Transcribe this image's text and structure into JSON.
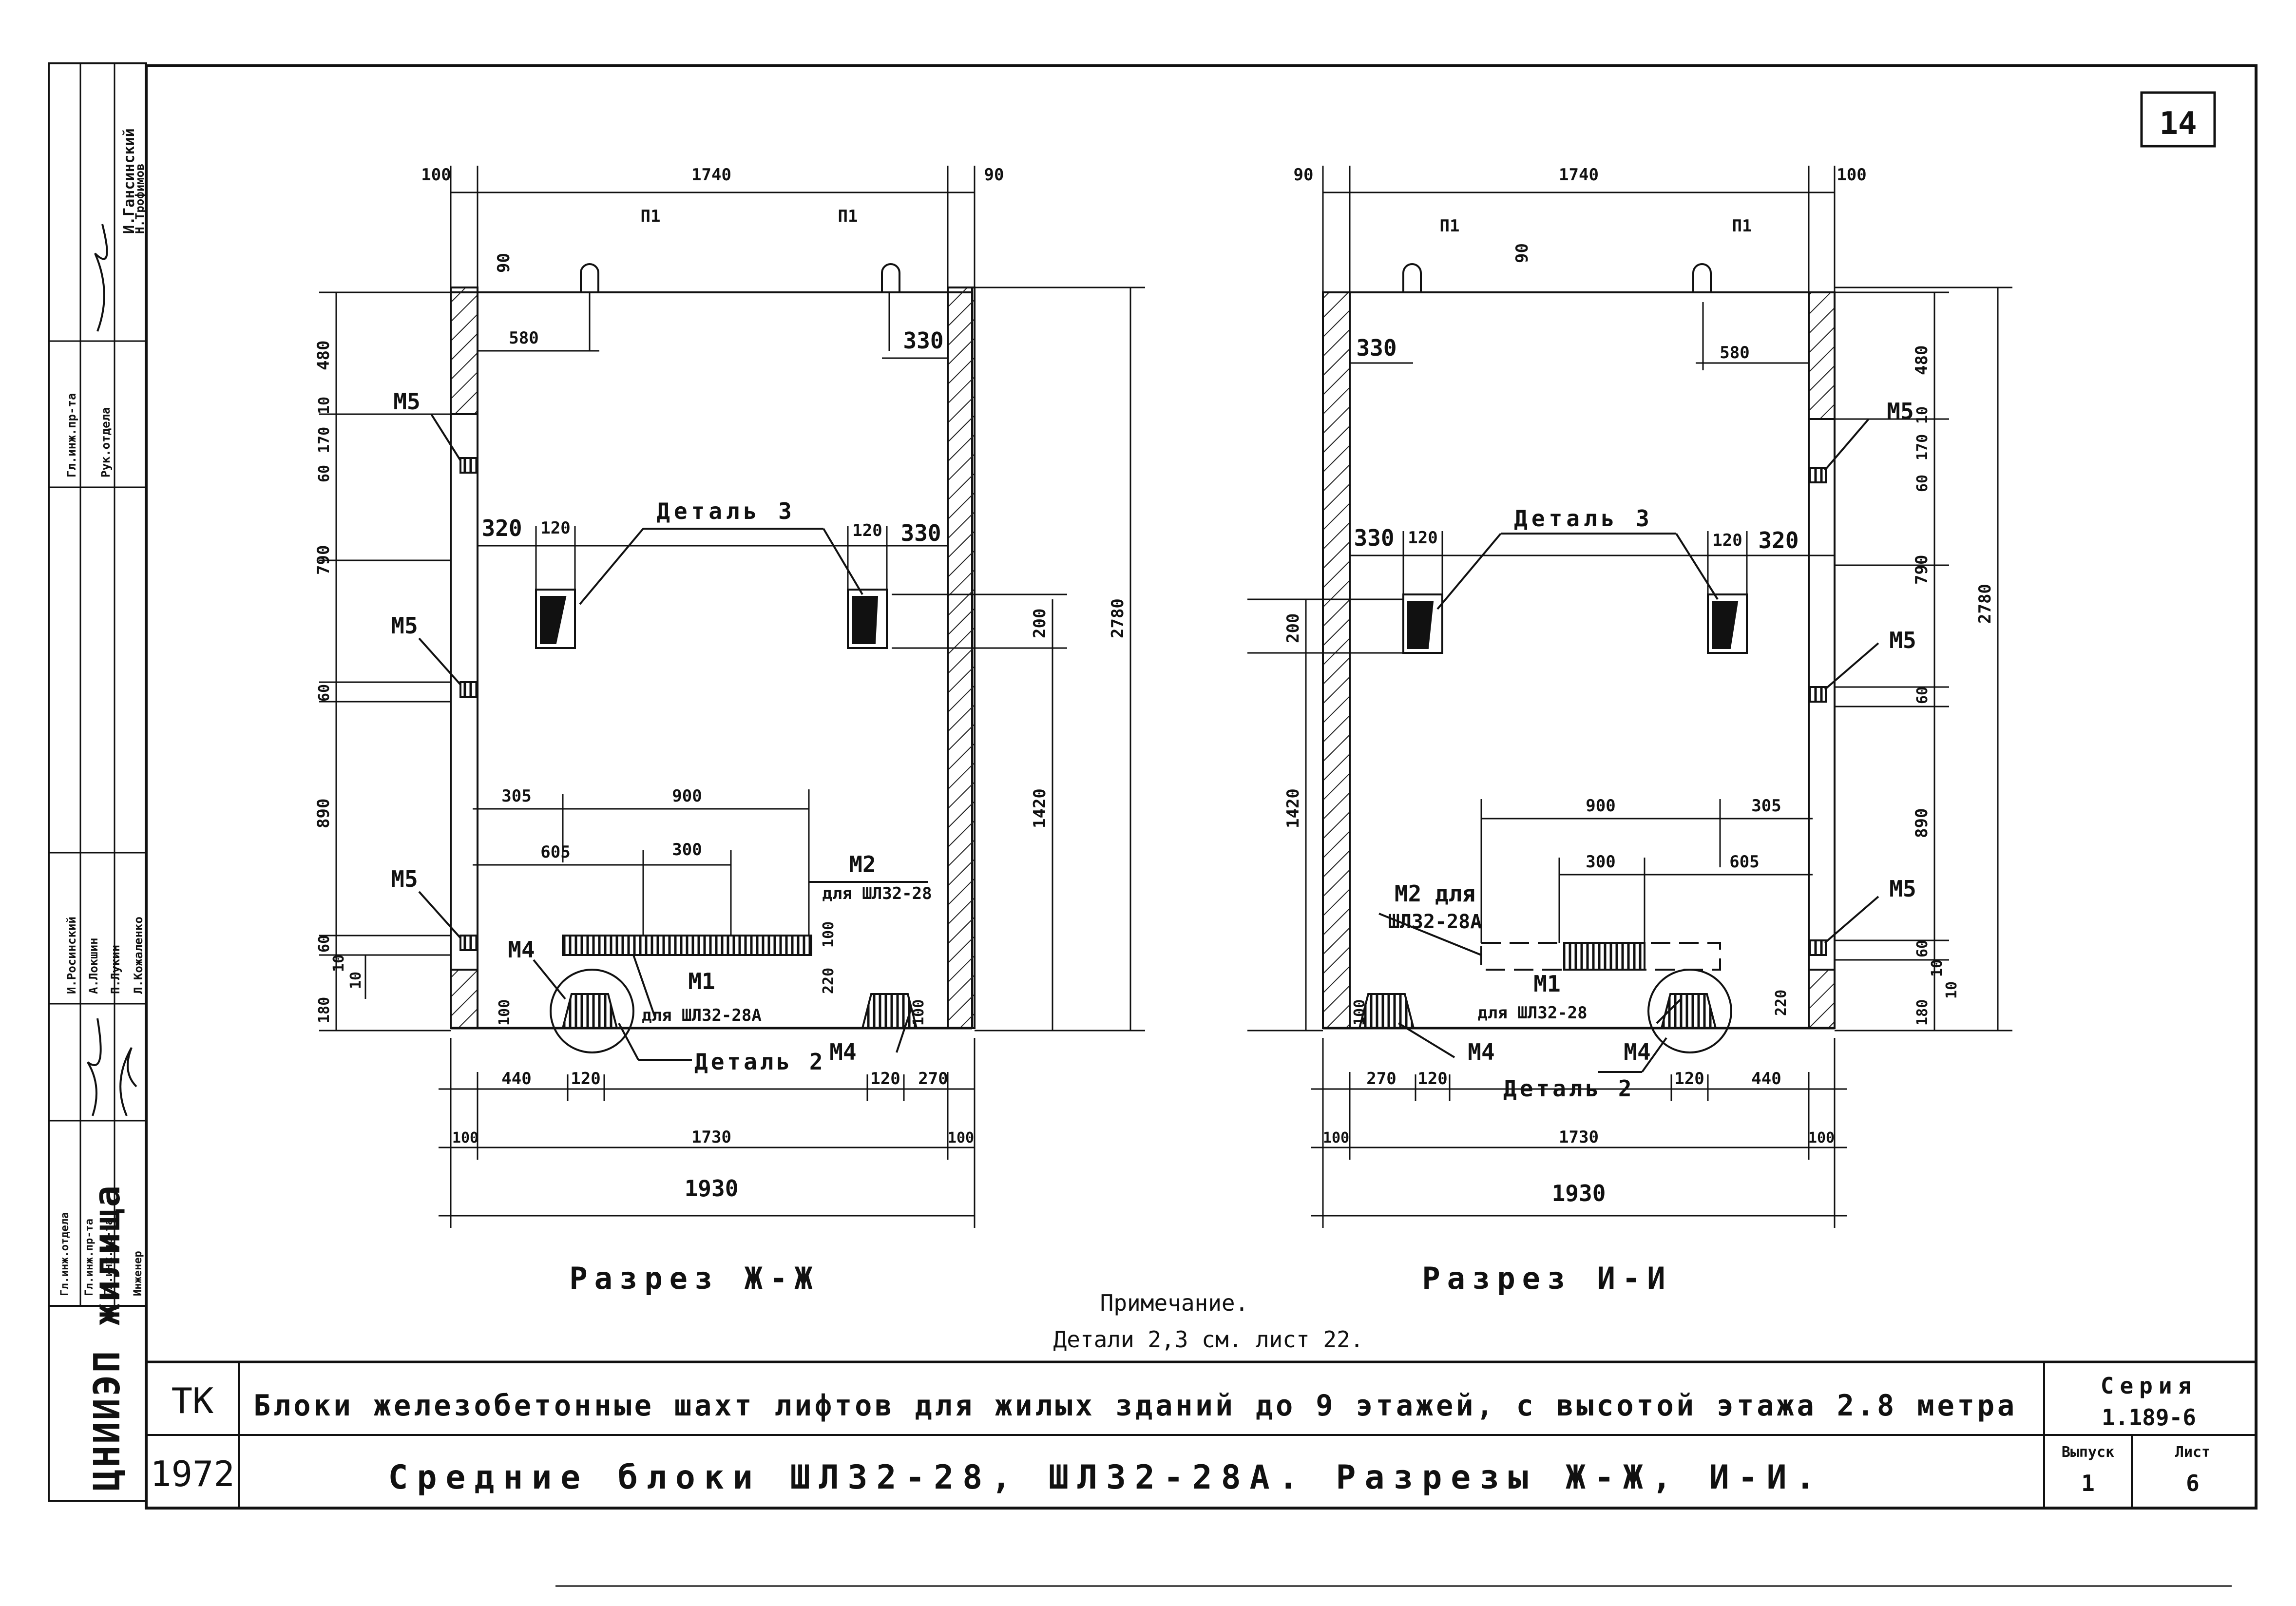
{
  "sheet_number": "14",
  "left_section": {
    "title": "Разрез Ж-Ж",
    "dims_top": [
      "100",
      "1740",
      "90"
    ],
    "loop_left": "П1",
    "loop_right": "П1",
    "loop_offset": "90",
    "dim_580": "580",
    "dim_330": "330",
    "embed_m5": "М5",
    "embed_m4": "М4",
    "embed_m2": "М2",
    "embed_m2_note": "для ШЛ32-28",
    "embed_m1": "М1",
    "embed_m1_note": "для ШЛ32-28А",
    "detail3": "Деталь 3",
    "detail2": "Деталь 2",
    "dims_det3": [
      "320",
      "120",
      "120",
      "330"
    ],
    "dims_mid": [
      "305",
      "900"
    ],
    "dims_low": [
      "605",
      "300"
    ],
    "dims_bottom1": [
      "440",
      "120",
      "120",
      "270"
    ],
    "dims_bottom2": [
      "100",
      "1730",
      "100"
    ],
    "dims_bottom3": "1930",
    "vdims_left": [
      "480",
      "10",
      "170",
      "60",
      "790",
      "60",
      "890",
      "60",
      "10",
      "180",
      "10"
    ],
    "vdims_right": [
      "200",
      "1420",
      "2780",
      "220",
      "100",
      "100",
      "100"
    ]
  },
  "right_section": {
    "title": "Разрез И-И",
    "dims_top": [
      "90",
      "1740",
      "100"
    ],
    "loop_left": "П1",
    "loop_right": "П1",
    "loop_offset": "90",
    "dim_330": "330",
    "dim_580": "580",
    "embed_m5": "М5",
    "embed_m4": "М4",
    "embed_m2": "М2 для",
    "embed_m2_note": "ШЛ32-28А",
    "embed_m1": "М1",
    "embed_m1_note": "для ШЛ32-28",
    "detail3": "Деталь 3",
    "detail2": "Деталь 2",
    "dims_det3": [
      "330",
      "120",
      "120",
      "320"
    ],
    "dims_mid": [
      "900",
      "305"
    ],
    "dims_low": [
      "300",
      "605"
    ],
    "dims_bottom1": [
      "270",
      "120",
      "120",
      "440"
    ],
    "dims_bottom2": [
      "100",
      "1730",
      "100"
    ],
    "dims_bottom3": "1930",
    "vdims_left": [
      "200",
      "1420"
    ],
    "vdims_right": [
      "480",
      "10",
      "170",
      "60",
      "790",
      "60",
      "890",
      "60",
      "10",
      "180",
      "10",
      "2780",
      "100",
      "220"
    ]
  },
  "note": {
    "heading": "Примечание.",
    "text": "Детали 2,3 см. лист 22."
  },
  "title_block": {
    "code": "ТК",
    "year": "1972",
    "title1": "Блоки железобетонные шахт лифтов для жилых зданий до 9 этажей, с высотой этажа 2.8 метра",
    "title2": "Средние блоки ШЛ32-28, ШЛ32-28А. Разрезы Ж-Ж, И-И.",
    "series_label": "Серия",
    "series_value": "1.189-6",
    "issue_label": "Выпуск",
    "issue_value": "1",
    "sheet_label": "Лист",
    "sheet_value": "6"
  },
  "side_stamp": {
    "org": "ЦНИИЭП жилища",
    "rows_top": [
      "И.Гансинский",
      "Н.Трофимов"
    ],
    "roles_top": [
      "Гл.инж.пр-та",
      "Рук.отдела"
    ],
    "roles_bottom": [
      "Гл.инж.отдела",
      "Гл.инж.пр-та",
      "Гл.инж.пр-та",
      "Инженер"
    ],
    "names_bottom": [
      "И.Росинский",
      "А.Локшин",
      "П.Лукин",
      "Л.Кожаленко"
    ]
  }
}
